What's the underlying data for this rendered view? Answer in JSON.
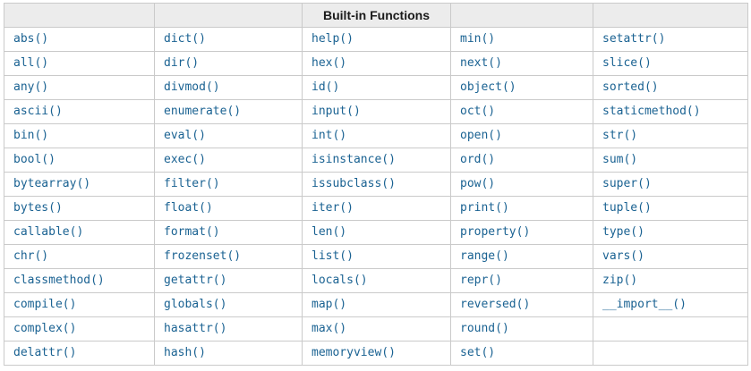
{
  "table": {
    "title": "Built-in Functions",
    "title_column_index": 2,
    "column_count": 5,
    "colors": {
      "link_blue": "#1a6292",
      "header_background": "#ececec",
      "border": "#cacaca",
      "header_text": "#1a1a1a",
      "page_background": "#ffffff"
    },
    "rows": [
      [
        "abs()",
        "dict()",
        "help()",
        "min()",
        "setattr()"
      ],
      [
        "all()",
        "dir()",
        "hex()",
        "next()",
        "slice()"
      ],
      [
        "any()",
        "divmod()",
        "id()",
        "object()",
        "sorted()"
      ],
      [
        "ascii()",
        "enumerate()",
        "input()",
        "oct()",
        "staticmethod()"
      ],
      [
        "bin()",
        "eval()",
        "int()",
        "open()",
        "str()"
      ],
      [
        "bool()",
        "exec()",
        "isinstance()",
        "ord()",
        "sum()"
      ],
      [
        "bytearray()",
        "filter()",
        "issubclass()",
        "pow()",
        "super()"
      ],
      [
        "bytes()",
        "float()",
        "iter()",
        "print()",
        "tuple()"
      ],
      [
        "callable()",
        "format()",
        "len()",
        "property()",
        "type()"
      ],
      [
        "chr()",
        "frozenset()",
        "list()",
        "range()",
        "vars()"
      ],
      [
        "classmethod()",
        "getattr()",
        "locals()",
        "repr()",
        "zip()"
      ],
      [
        "compile()",
        "globals()",
        "map()",
        "reversed()",
        "__import__()"
      ],
      [
        "complex()",
        "hasattr()",
        "max()",
        "round()",
        ""
      ],
      [
        "delattr()",
        "hash()",
        "memoryview()",
        "set()",
        ""
      ]
    ]
  }
}
